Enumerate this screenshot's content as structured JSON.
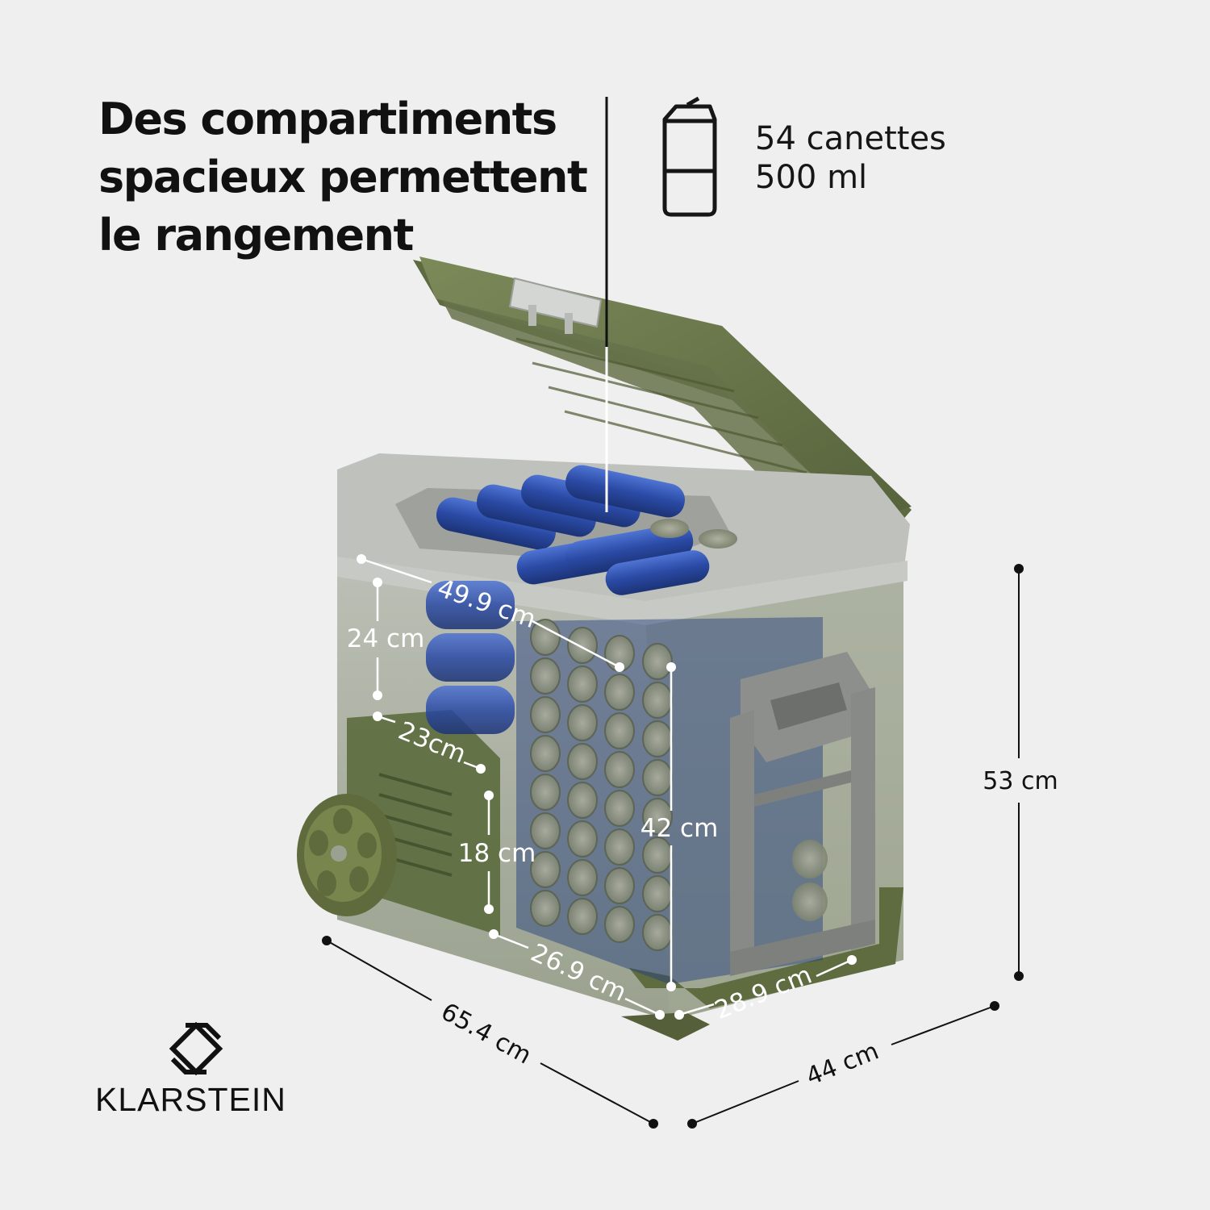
{
  "headline": {
    "lines": [
      "Des compartiments",
      "spacieux permettent",
      "le rangement"
    ]
  },
  "capacity": {
    "icon": "can-icon",
    "lines": [
      "54 canettes",
      "500 ml"
    ]
  },
  "dimensions": {
    "inner_width": "49.9 cm",
    "upper_height": "24 cm",
    "step_depth": "23cm",
    "step_height": "18 cm",
    "inner_height": "42 cm",
    "lower_length": "26.9 cm",
    "inner_depth": "28.9 cm",
    "outer_length": "65.4 cm",
    "outer_depth": "44 cm",
    "outer_height": "53 cm"
  },
  "brand": {
    "logo_icon": "klarstein-logo-icon",
    "name": "KLARSTEIN"
  },
  "colors": {
    "background": "#efefef",
    "lid_green": "#6f7d4f",
    "body_gray": "#a9aca7",
    "can_blue": "#2f4fa6",
    "text": "#111111"
  }
}
